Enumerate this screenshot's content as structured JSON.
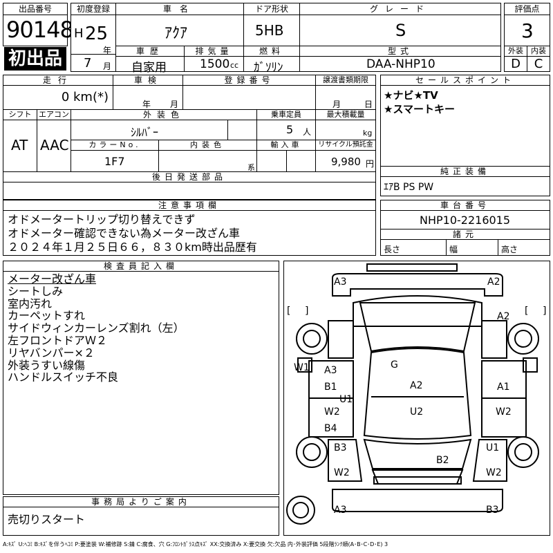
{
  "header": {
    "lot_label": "出品番号",
    "lot_no": "90148",
    "first_badge": "初出品",
    "reg_label": "初度登録",
    "era": "H",
    "year": "25",
    "year_unit": "年",
    "month": "7",
    "month_unit": "月",
    "name_label": "車名",
    "name": "ｱｸｱ",
    "door_label": "ドア形状",
    "door": "5HB",
    "grade_label": "グレード",
    "grade": "S",
    "score_label": "評価点",
    "score": "3",
    "history_label": "車歴",
    "history": "自家用",
    "disp_label": "排気量",
    "disp": "1500",
    "disp_unit": "cc",
    "fuel_label": "燃料",
    "fuel": "ｶﾞｿﾘﾝ",
    "model_label": "型式",
    "model": "DAA-NHP10",
    "ext_label": "外装",
    "ext": "D",
    "int_label": "内装",
    "int": "C"
  },
  "row2": {
    "mileage_label": "走行",
    "mileage": "0 km(*)",
    "inspect_label": "車検",
    "inspect_year": "年",
    "inspect_month": "月",
    "regno_label": "登録番号",
    "transfer_label": "譲渡書類期限",
    "transfer_month": "月",
    "transfer_day": "日",
    "shift_label": "シフト",
    "shift": "AT",
    "ac_label": "エアコン",
    "ac": "AAC",
    "color_label": "外装色",
    "color": "ｼﾙﾊﾞｰ",
    "capacity_label": "乗車定員",
    "capacity": "5",
    "capacity_unit": "人",
    "load_label": "最大積載量",
    "load_unit": "kg",
    "colorno_label": "カラーNo.",
    "colorno": "1F7",
    "intcolor_label": "内装色",
    "intcolor_unit": "系",
    "import_label": "輸入車",
    "recycle_label": "リサイクル預託金",
    "recycle": "9,980",
    "recycle_unit": "円",
    "later_label": "後日発送部品",
    "sales_label": "セールスポイント",
    "sales": [
      "★ナビ★TV",
      "★スマートキー"
    ],
    "equip_label": "純正装備",
    "equip": "ｴｱB PS PW"
  },
  "notice": {
    "label": "注意事項欄",
    "lines": [
      "オドメータートリップ切り替えできず",
      "オドメーター確認できない為メーター改ざん車",
      "２０２４年１月２５日６６，８３０km時出品歴有"
    ]
  },
  "chassis": {
    "label": "車台番号",
    "value": "NHP10-2216015",
    "dims_label": "諸元",
    "len": "長さ",
    "width": "幅",
    "height": "高さ"
  },
  "inspector": {
    "label": "検査員記入欄",
    "lines": [
      "メーター改ざん車",
      "シートしみ",
      "室内汚れ",
      "カーペットすれ",
      "サイドウィンカーレンズ割れ（左）",
      "左フロントドアＷ２",
      "リヤバンパー×２",
      "外装うすい線傷",
      "ハンドルスイッチ不良"
    ]
  },
  "office": {
    "label": "事務局よりご案内",
    "text": "売切りスタート"
  },
  "diagram": {
    "marks": [
      "A3",
      "A2",
      "A2",
      "[",
      "]",
      "[",
      "]",
      "W1",
      "W1",
      "A3",
      "B1",
      "U1",
      "G",
      "A2",
      "A1",
      "W2",
      "B4",
      "U2",
      "W2",
      "B3",
      "B2",
      "U1",
      "W2",
      "W2",
      "A3",
      "B3"
    ]
  },
  "legend": "A:ｷｽﾞ U:ﾍｺﾐ B:ｷｽﾞを伴うﾍｺﾐ P:要塗装 W:補修跡 S:錆 C:腐食、穴 G:ﾌﾛﾝﾄｶﾞﾗｽ点ｷｽﾞ XX:交換済み X:要交換 欠:欠品 内･外装評価 5段階ﾗﾝｸ順(A･B･C･D･E) 3"
}
